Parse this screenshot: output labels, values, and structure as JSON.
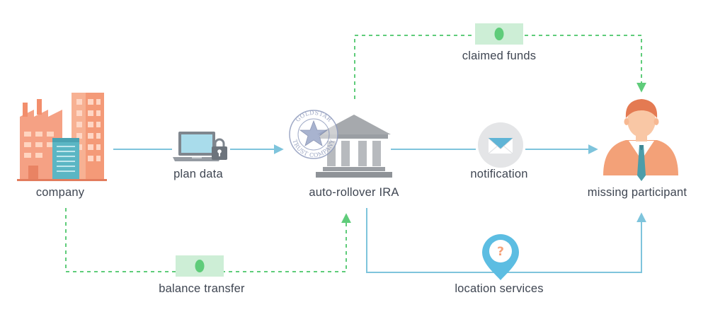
{
  "nodes": {
    "company": "company",
    "plan_data": "plan data",
    "ira": "auto-rollover IRA",
    "notification": "notification",
    "missing_participant": "missing participant",
    "claimed_funds": "claimed funds",
    "balance_transfer": "balance transfer",
    "location_services": "location services"
  },
  "seal": {
    "top_text": "GOLDSTAR",
    "bottom_text": "TRUST COMPANY"
  },
  "icons": {
    "company": "factory-building-icon",
    "plan_data": "laptop-lock-icon",
    "ira": "bank-building-icon",
    "notification": "envelope-icon",
    "missing_participant": "person-avatar-icon",
    "claimed_funds": "banknote-icon",
    "balance_transfer": "banknote-icon",
    "location_services": "location-pin-question-icon"
  },
  "colors": {
    "info_flow": "#7ec4dc",
    "money_flow": "#5fcc7a",
    "company": "#f2a080",
    "avatar": "#f4a47c",
    "bank": "#a6a9ad",
    "laptop": "#7f868e",
    "pin": "#5cbde2",
    "banknote": "#cdeed6"
  }
}
